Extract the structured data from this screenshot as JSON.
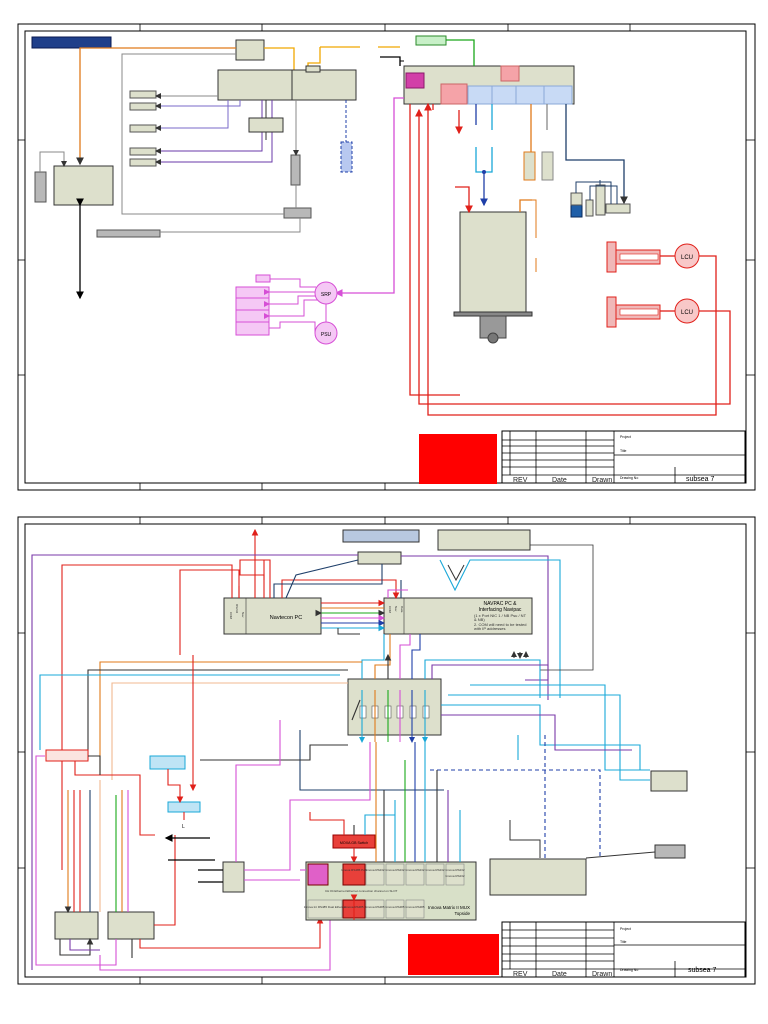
{
  "sheet1": {
    "title_block": {
      "rev_label": "REV",
      "date_label": "Date",
      "drawn_label": "Drawn",
      "project_label": "Project",
      "title_label": "Title",
      "drawing_no_label": "Drawing No",
      "company_logo": "subsea 7"
    },
    "labels": {
      "srp": "SRP",
      "psu": "PSU",
      "lcu_1": "LCU",
      "lcu_2": "LCU"
    }
  },
  "sheet2": {
    "title_block": {
      "rev_label": "REV",
      "date_label": "Date",
      "drawn_label": "Drawn",
      "project_label": "Project",
      "title_label": "Title",
      "drawing_no_label": "Drawing No",
      "company_logo": "subsea 7"
    },
    "navtech_pc": "Navtecon PC",
    "navtech_side": [
      "COM",
      "RS232",
      "Nav"
    ],
    "navpac_side": [
      "COM",
      "Nav",
      "Data"
    ],
    "navpac": {
      "line1": "NAVPAC PC &",
      "line2": "Interfacing Navipac",
      "line3": "(1 x Port NIC 1 / NB Psu / NT",
      "line4": "& NB)",
      "line5": "2. COM will need to be tested",
      "line6": "with IP addresses"
    },
    "moxa_switch": "MOXA GB Switch",
    "mux": {
      "title": "Innova Matrix II MUX",
      "subtitle": "Topside",
      "top_cells": [
        "",
        "Innova RS485 Port",
        "Innova RS232",
        "Innova RS232",
        "Innova RS232",
        "Innova RS232",
        "Innova RS232",
        "Innova RS232"
      ],
      "bottom_left": "CH #4 Ethernet Ethernet connection channel on SLOT",
      "bottom_cells": [
        "Innova Int RS485 Dual Ethernet",
        "Innova RS485",
        "Innova RS485",
        "Innova RS485",
        "Innova RS485"
      ]
    },
    "arrow_label": "L"
  }
}
